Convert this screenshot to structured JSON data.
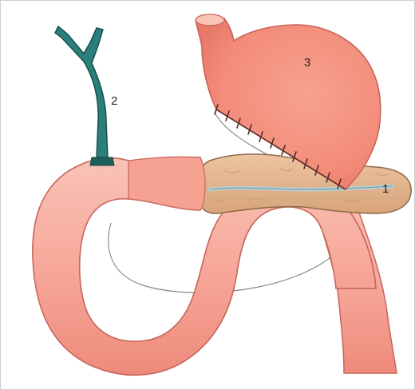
{
  "figure": {
    "labels": {
      "common_duct": "2",
      "stomach": "3",
      "pancreas": "1"
    },
    "colors": {
      "bowel_fill": "#f7a89a",
      "bowel_edge": "#c6665a",
      "stomach_fill": "#f79a88",
      "pancreas_fill": "#e2b48f",
      "pancreas_edge": "#8c6a47",
      "duct_fill": "#2b7f7a",
      "duct_edge": "#134a47",
      "suture": "#5a2a25",
      "guide_line": "#8a8a8a",
      "duct_in_pancreas": "#b9cfcf"
    },
    "icons": {
      "common_duct": "bile-duct-tube",
      "stomach": "stomach-organ",
      "pancreas": "pancreas-organ",
      "bowel_loop": "small-intestine-loop"
    }
  }
}
